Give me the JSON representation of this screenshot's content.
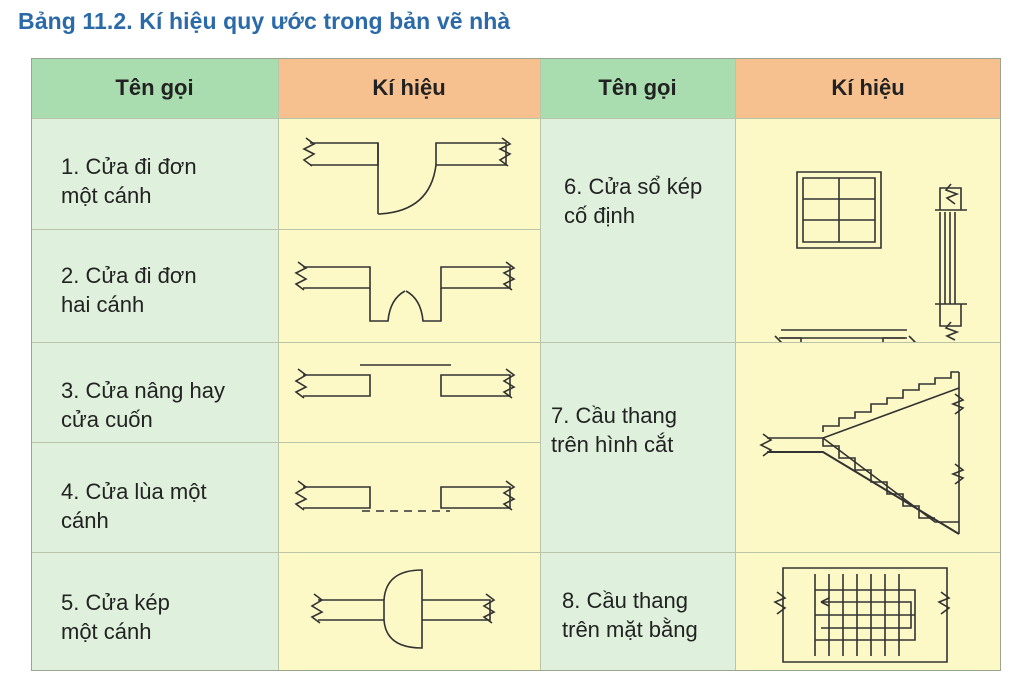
{
  "caption": "Bảng 11.2. Kí hiệu quy ước trong bản vẽ nhà",
  "table": {
    "headers": [
      "Tên gọi",
      "Kí hiệu",
      "Tên gọi",
      "Kí hiệu"
    ],
    "left_rows": [
      {
        "name": "1. Cửa đi đơn\nmột cánh",
        "symbol": "single-leaf-door-symbol"
      },
      {
        "name": "2. Cửa đi đơn\nhai cánh",
        "symbol": "double-leaf-door-symbol"
      },
      {
        "name": "3. Cửa nâng hay\ncửa cuốn",
        "symbol": "lift-door-symbol"
      },
      {
        "name": "4. Cửa lùa một\ncánh",
        "symbol": "sliding-door-symbol"
      },
      {
        "name": "5. Cửa kép\nmột cánh",
        "symbol": "double-single-leaf-door-symbol"
      }
    ],
    "right_rows": [
      {
        "name": "6. Cửa sổ kép\ncố định",
        "symbol": "fixed-double-window-symbol"
      },
      {
        "name": "7. Cầu thang\ntrên hình cắt",
        "symbol": "staircase-section-symbol"
      },
      {
        "name": "8. Cầu thang\ntrên mặt bằng",
        "symbol": "staircase-plan-symbol"
      }
    ]
  },
  "colors": {
    "caption": "#2b6aa8",
    "header_name_bg": "#a9ddb0",
    "header_symbol_bg": "#f6c08f",
    "name_bg": "#dff1dc",
    "symbol_bg": "#fdf9c6",
    "grid": "#b9c4a8"
  }
}
